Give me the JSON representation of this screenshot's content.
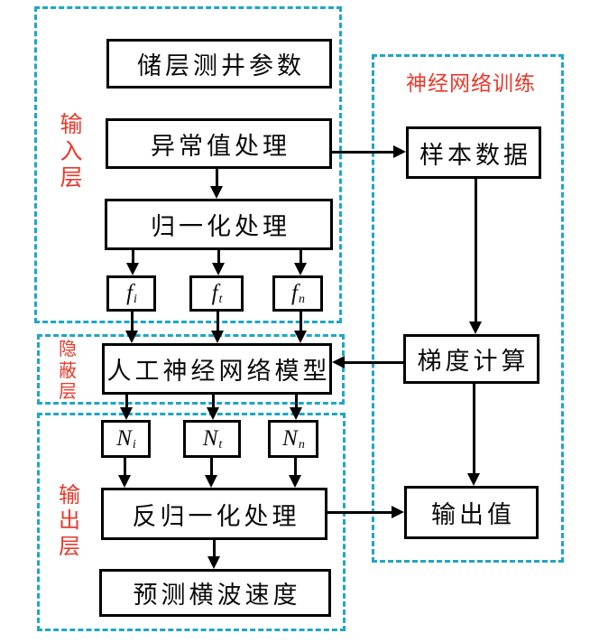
{
  "groups": {
    "input_layer": {
      "label": "输入层"
    },
    "hidden_layer": {
      "label": "隐蔽层"
    },
    "output_layer": {
      "label": "输出层"
    },
    "training": {
      "label": "神经网络训练"
    }
  },
  "nodes": {
    "reservoir_logging_params": {
      "label": "储层测井参数"
    },
    "outlier_handling": {
      "label": "异常值处理"
    },
    "normalization": {
      "label": "归一化处理"
    },
    "f_first": {
      "base": "f",
      "sub": "i"
    },
    "f_mid": {
      "base": "f",
      "sub": "t"
    },
    "f_last": {
      "base": "f",
      "sub": "n"
    },
    "ann_model": {
      "label": "人工神经网络模型"
    },
    "n_first": {
      "base": "N",
      "sub": "i"
    },
    "n_mid": {
      "base": "N",
      "sub": "t"
    },
    "n_last": {
      "base": "N",
      "sub": "n"
    },
    "denormalization": {
      "label": "反归一化处理"
    },
    "predicted_shear_wave_velocity": {
      "label": "预测横波速度"
    },
    "sample_data": {
      "label": "样本数据"
    },
    "gradient_calculation": {
      "label": "梯度计算"
    },
    "output_value": {
      "label": "输出值"
    }
  },
  "colors": {
    "dashed_border": "#1ea6c6",
    "accent_red": "#e8392b",
    "box_border": "#000000",
    "background": "#ffffff"
  }
}
